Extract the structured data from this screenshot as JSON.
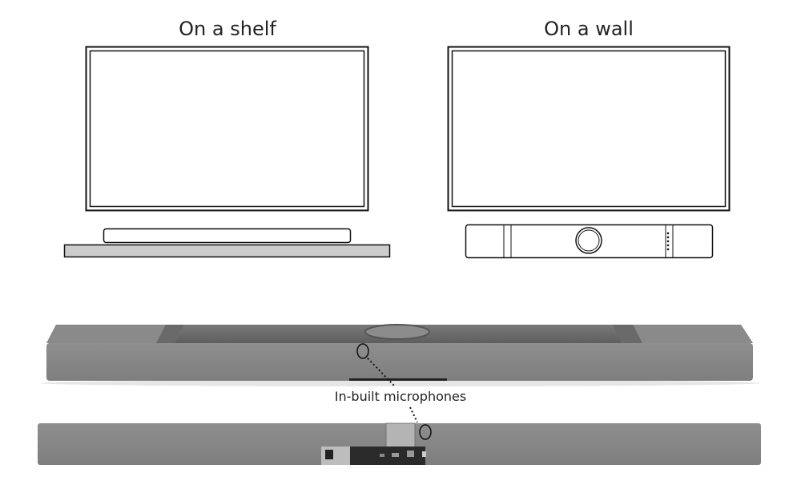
{
  "sections": {
    "shelf": {
      "title": "On a shelf"
    },
    "wall": {
      "title": "On a wall"
    }
  },
  "callout": {
    "label": "In-built microphones"
  },
  "colors": {
    "fabric": "#8a8a8a",
    "top_panel": "#6e6e6e",
    "shelf": "#cccccc",
    "line": "#111111"
  }
}
